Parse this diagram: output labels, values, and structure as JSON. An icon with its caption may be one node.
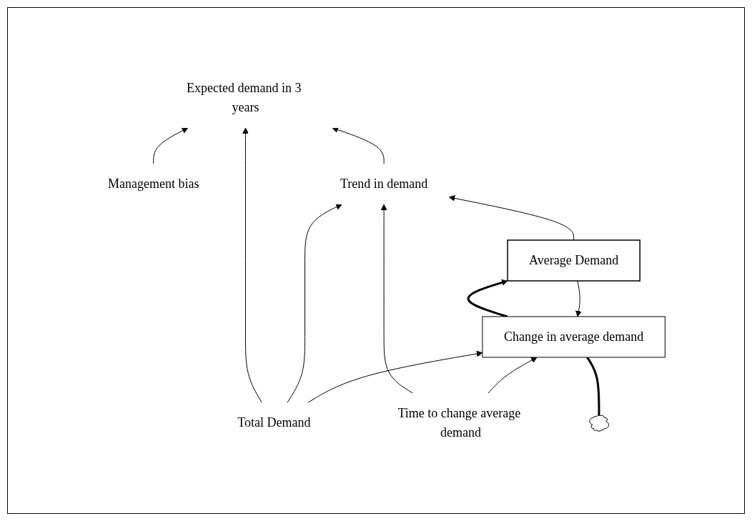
{
  "diagram": {
    "nodes": [
      {
        "text": [
          "Expected demand in 3 years"
        ]
      },
      {
        "text": [
          "Management bias"
        ]
      },
      {
        "text": [
          "Trend in demand"
        ]
      },
      {
        "text": [
          "Total Demand"
        ]
      },
      {
        "text": [
          "Average Demand"
        ]
      },
      {
        "text": [
          "Change in average demand"
        ]
      },
      {
        "text": [
          "Time to change average demand"
        ]
      },
      {
        "text": [],
        "shape": "cloud"
      }
    ],
    "edges": [
      {
        "from": 2,
        "to": 0,
        "arrow": "to"
      },
      {
        "from": 3,
        "to": 0,
        "arrow": "to"
      },
      {
        "from": 1,
        "to": 0,
        "arrow": "to"
      },
      {
        "from": 3,
        "to": 2,
        "arrow": "to"
      },
      {
        "from": 4,
        "to": 2,
        "arrow": "to"
      },
      {
        "from": 6,
        "to": 2,
        "arrow": "to"
      },
      {
        "from": 4,
        "to": 5,
        "arrow": "to"
      },
      {
        "from": 3,
        "to": 5,
        "arrow": "to"
      },
      {
        "from": 6,
        "to": 5,
        "arrow": "to"
      },
      {
        "from": 7,
        "to": 5,
        "arrow": "none",
        "style": "thick"
      },
      {
        "from": 5,
        "to": 4,
        "arrow": "to",
        "style": "thick"
      }
    ]
  }
}
